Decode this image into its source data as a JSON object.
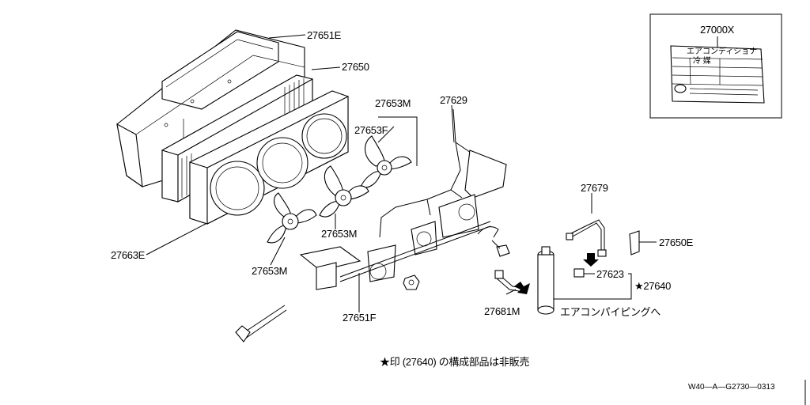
{
  "labels": {
    "p27651E": "27651E",
    "p27650": "27650",
    "p27653M_top": "27653M",
    "p27653F": "27653F",
    "p27629": "27629",
    "p27653M_mid": "27653M",
    "p27663E": "27663E",
    "p27653M_low": "27653M",
    "p27679": "27679",
    "p27650E": "27650E",
    "p27623": "27623",
    "p27640": "★27640",
    "p27651F": "27651F",
    "p27681M": "27681M",
    "to_piping": "エアコンパイピングへ",
    "p27000X": "27000X"
  },
  "caution_label": {
    "header": "エアコンディショナ",
    "row1": "冷 媒"
  },
  "footnote": "★印 (27640) の構成部品は非販売",
  "drawing_code": "W40―A―G2730―0313"
}
